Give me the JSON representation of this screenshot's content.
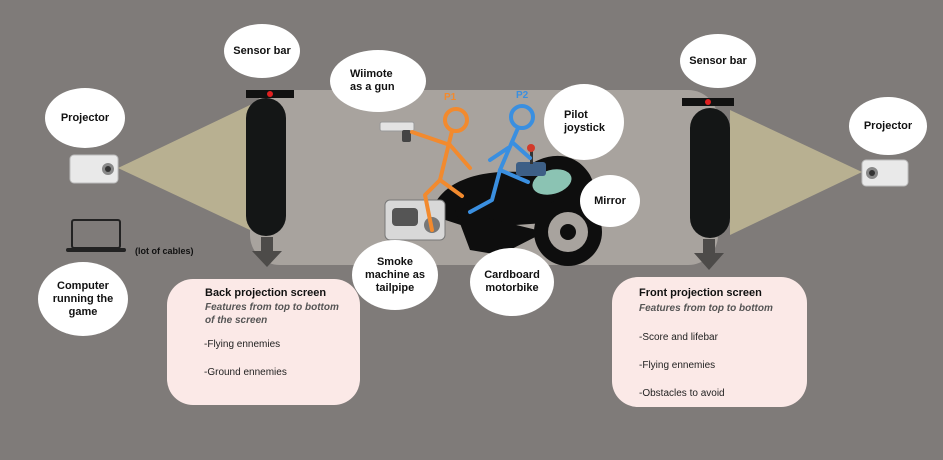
{
  "labels": {
    "sensor_bar_left": "Sensor bar",
    "sensor_bar_right": "Sensor bar",
    "projector_left": "Projector",
    "projector_right": "Projector",
    "wiimote": "Wiimote as a gun",
    "pilot": "Pilot joystick",
    "mirror": "Mirror",
    "smoke": "Smoke machine as tailpipe",
    "cardboard": "Cardboard motorbike",
    "computer": "Computer running the game",
    "cables": "(lot of cables)",
    "p1": "P1",
    "p2": "P2"
  },
  "back_panel": {
    "title": "Back projection screen",
    "subtitle": "Features from top to bottom of the screen",
    "items": [
      "-Flying ennemies",
      "-Ground ennemies"
    ]
  },
  "front_panel": {
    "title": "Front projection screen",
    "subtitle": "Features from top to bottom",
    "items": [
      "-Score and lifebar",
      "-Flying ennemies",
      "-Obstacles to avoid"
    ]
  },
  "colors": {
    "background": "#7f7b79",
    "player1": "#f28a2e",
    "player2": "#3a8fe0",
    "lifebar": "#a8ef9a",
    "ufo": "#b0477a",
    "obstacle": "#2a43d6"
  }
}
